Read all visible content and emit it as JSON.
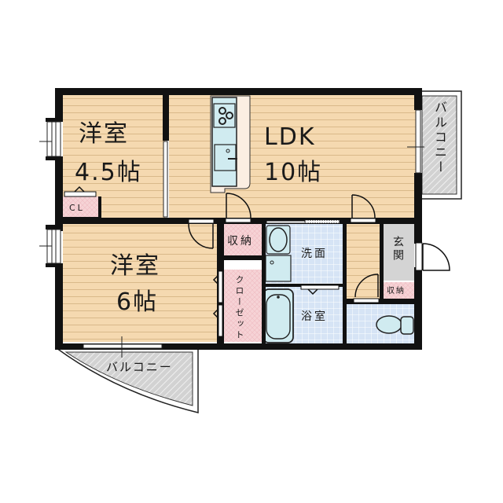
{
  "floorplan": {
    "colors": {
      "wall": "#111111",
      "wood_floor": "#f5d9b0",
      "wood_line": "#d9b98a",
      "tile_blue": "#d6e4f5",
      "tile_line": "#ffffff",
      "storage_pink": "#f6d3d6",
      "fixture_blue": "#d0ebf0",
      "entrance_gray": "#d4d4d4",
      "balcony_gray": "#cccccc"
    },
    "rooms": {
      "western_room_1": {
        "name": "洋室",
        "size": "4.5帖"
      },
      "ldk": {
        "name": "LDK",
        "size": "10帖"
      },
      "western_room_2": {
        "name": "洋室",
        "size": "6帖"
      },
      "closet_cl": {
        "name": "CL"
      },
      "storage_1": {
        "name": "収納"
      },
      "closet_2": {
        "name": "クローゼット"
      },
      "washroom": {
        "name": "洗面"
      },
      "bathroom": {
        "name": "浴室"
      },
      "entrance": {
        "name": "玄関"
      },
      "storage_2": {
        "name": "収納"
      },
      "balcony_east": {
        "name": "バルコニー"
      },
      "balcony_south": {
        "name": "バルコニー"
      }
    }
  }
}
